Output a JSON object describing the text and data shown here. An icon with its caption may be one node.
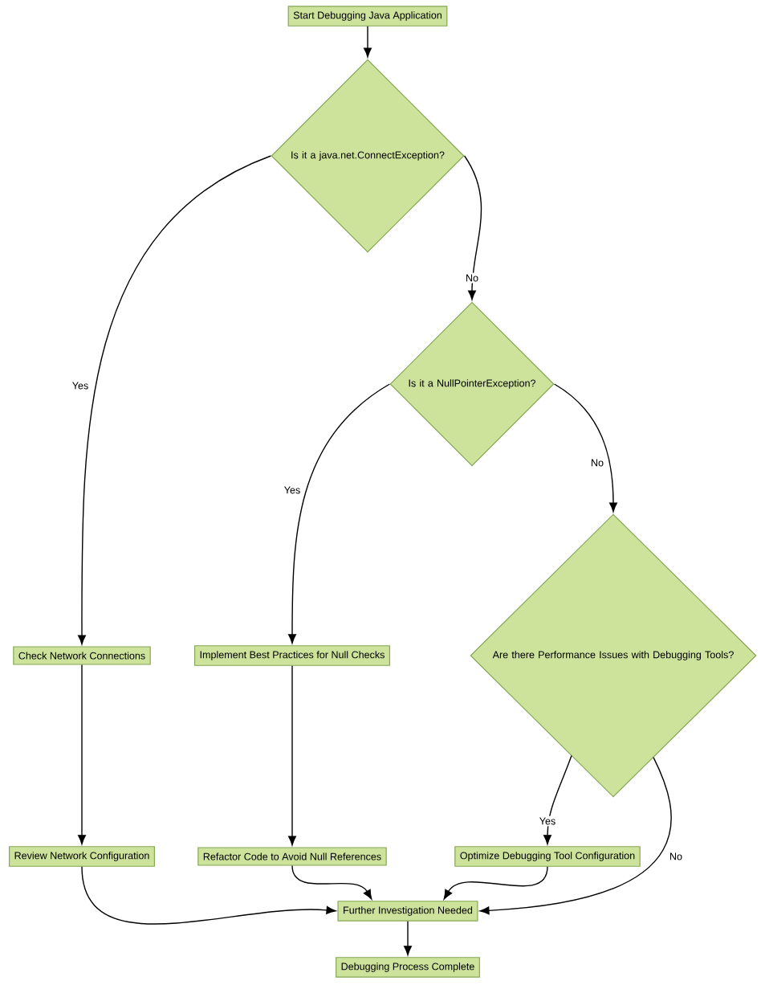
{
  "diagram": {
    "nodes": [
      {
        "text": [
          "Start Debugging Java Application"
        ]
      },
      {
        "text": [
          "Is it a java.net.ConnectException?"
        ]
      },
      {
        "text": [
          "Is it a NullPointerException?"
        ]
      },
      {
        "text": [
          "Are there Performance Issues with Debugging Tools?"
        ]
      },
      {
        "text": [
          "Check Network Connections"
        ]
      },
      {
        "text": [
          "Implement Best Practices for Null Checks"
        ]
      },
      {
        "text": [
          "Review Network Configuration"
        ]
      },
      {
        "text": [
          "Refactor Code to Avoid Null References"
        ]
      },
      {
        "text": [
          "Optimize Debugging Tool Configuration"
        ]
      },
      {
        "text": [
          "Further Investigation Needed"
        ]
      },
      {
        "text": [
          "Debugging Process Complete"
        ]
      }
    ],
    "edges": [
      {
        "from": 0,
        "to": 1,
        "arrow": "to"
      },
      {
        "from": 1,
        "to": 4,
        "arrow": "to",
        "label": "Yes"
      },
      {
        "from": 1,
        "to": 2,
        "arrow": "to",
        "label": "No"
      },
      {
        "from": 2,
        "to": 5,
        "arrow": "to",
        "label": "Yes"
      },
      {
        "from": 2,
        "to": 3,
        "arrow": "to",
        "label": "No"
      },
      {
        "from": 3,
        "to": 8,
        "arrow": "to",
        "label": "Yes"
      },
      {
        "from": 3,
        "to": 9,
        "arrow": "to",
        "label": "No"
      },
      {
        "from": 4,
        "to": 6,
        "arrow": "to"
      },
      {
        "from": 5,
        "to": 7,
        "arrow": "to"
      },
      {
        "from": 6,
        "to": 9,
        "arrow": "to"
      },
      {
        "from": 7,
        "to": 9,
        "arrow": "to"
      },
      {
        "from": 8,
        "to": 9,
        "arrow": "to"
      },
      {
        "from": 9,
        "to": 10,
        "arrow": "to"
      }
    ]
  }
}
